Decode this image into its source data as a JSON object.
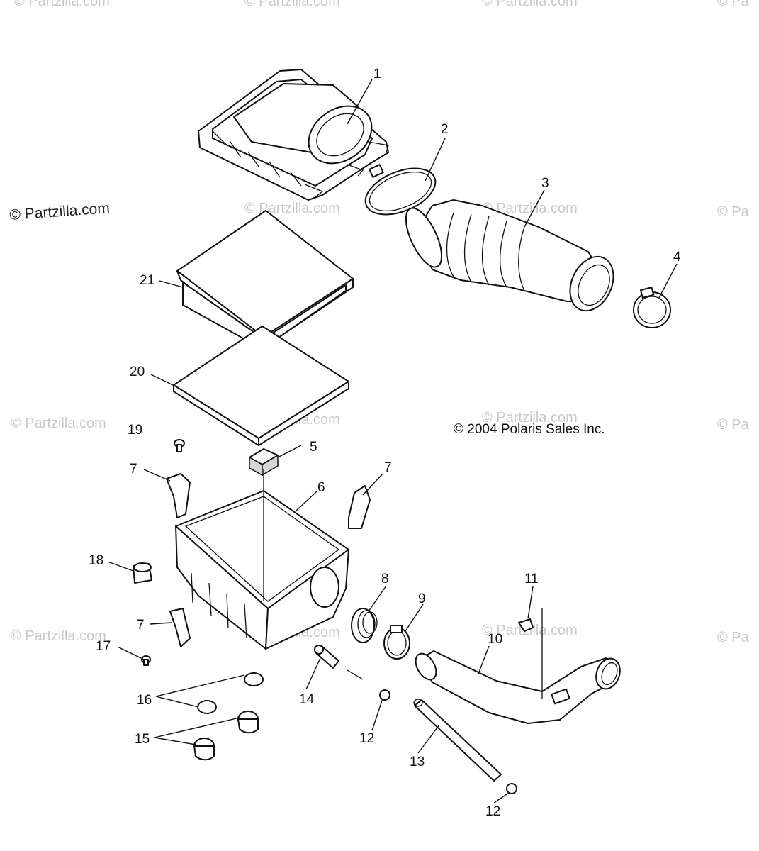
{
  "watermarks": {
    "main": "© Partzilla.com",
    "faint": "© Partzilla.com",
    "faint_cut": "© Pa"
  },
  "copyright": "© 2004 Polaris Sales Inc.",
  "callouts": [
    "1",
    "2",
    "3",
    "4",
    "5",
    "6",
    "7",
    "8",
    "9",
    "10",
    "11",
    "12",
    "13",
    "14",
    "15",
    "16",
    "17",
    "18",
    "19",
    "20",
    "21"
  ]
}
